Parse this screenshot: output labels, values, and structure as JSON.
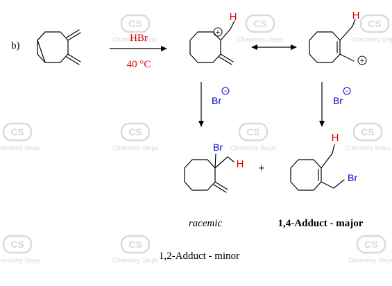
{
  "part_label": "b)",
  "reagent": {
    "name": "HBr",
    "condition": "40 °C"
  },
  "atoms": {
    "hydrogen": "H",
    "bromine": "Br",
    "plus_charge": "+",
    "minus_charge": "−"
  },
  "products": {
    "plus_between": "+",
    "adduct_12_stereo": "racemic",
    "adduct_12_label": "1,2-Adduct - minor",
    "adduct_14_label": "1,4-Adduct - major"
  },
  "watermark": {
    "logo_text": "CS",
    "caption": "Chemistry Steps"
  },
  "colors": {
    "red": "#e00000",
    "blue": "#0000cc",
    "black": "#000000",
    "watermark": "#d9d9d9"
  }
}
